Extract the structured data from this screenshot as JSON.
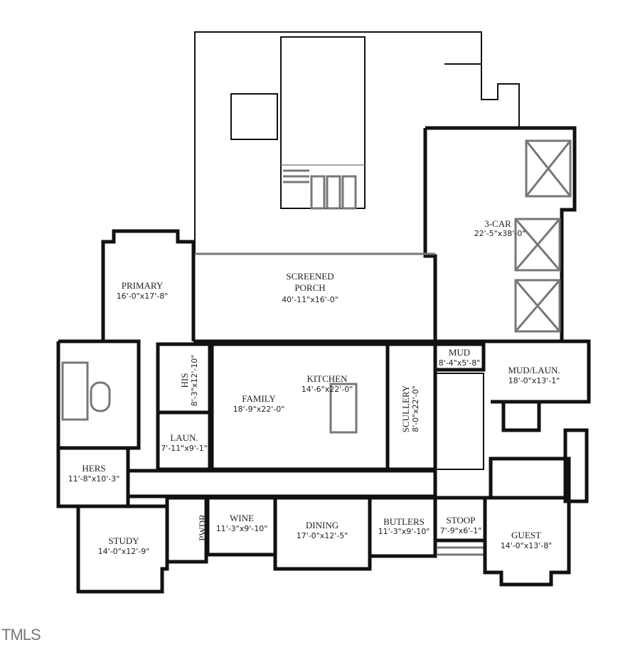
{
  "rooms": {
    "three_car": {
      "name": "3-CAR",
      "dims": "22'-5\"x38'-0\""
    },
    "screened_porch": {
      "name_line1": "SCREENED",
      "name_line2": "PORCH",
      "dims": "40'-11\"x16'-0\""
    },
    "primary": {
      "name": "PRIMARY",
      "dims": "16'-0\"x17'-8\""
    },
    "his": {
      "name": "HIS",
      "dims": "8'-3\"x12'-10\""
    },
    "laun": {
      "name": "LAUN.",
      "dims": "7'-11\"x9'-1\""
    },
    "family": {
      "name": "FAMILY",
      "dims": "18'-9\"x22'-0\""
    },
    "kitchen": {
      "name": "KITCHEN",
      "dims": "14'-6\"x22'-0\""
    },
    "scullery": {
      "name": "SCULLERY",
      "dims": "8'-0\"x22'-0\""
    },
    "mud": {
      "name": "MUD",
      "dims": "8'-4\"x5'-8\""
    },
    "mud_laun": {
      "name": "MUD/LAUN.",
      "dims": "18'-0\"x13'-1\""
    },
    "hers": {
      "name": "HERS",
      "dims": "11'-8\"x10'-3\""
    },
    "study": {
      "name": "STUDY",
      "dims": "14'-0\"x12'-9\""
    },
    "pwdr": {
      "name": "PWDR"
    },
    "wine": {
      "name": "WINE",
      "dims": "11'-3\"x9'-10\""
    },
    "dining": {
      "name": "DINING",
      "dims": "17'-0\"x12'-5\""
    },
    "butlers": {
      "name": "BUTLERS",
      "dims": "11'-3\"x9'-10\""
    },
    "stoop": {
      "name": "STOOP",
      "dims": "7'-9\"x6'-1\""
    },
    "guest": {
      "name": "GUEST",
      "dims": "14'-0\"x13'-8\""
    }
  },
  "watermark": "TMLS"
}
